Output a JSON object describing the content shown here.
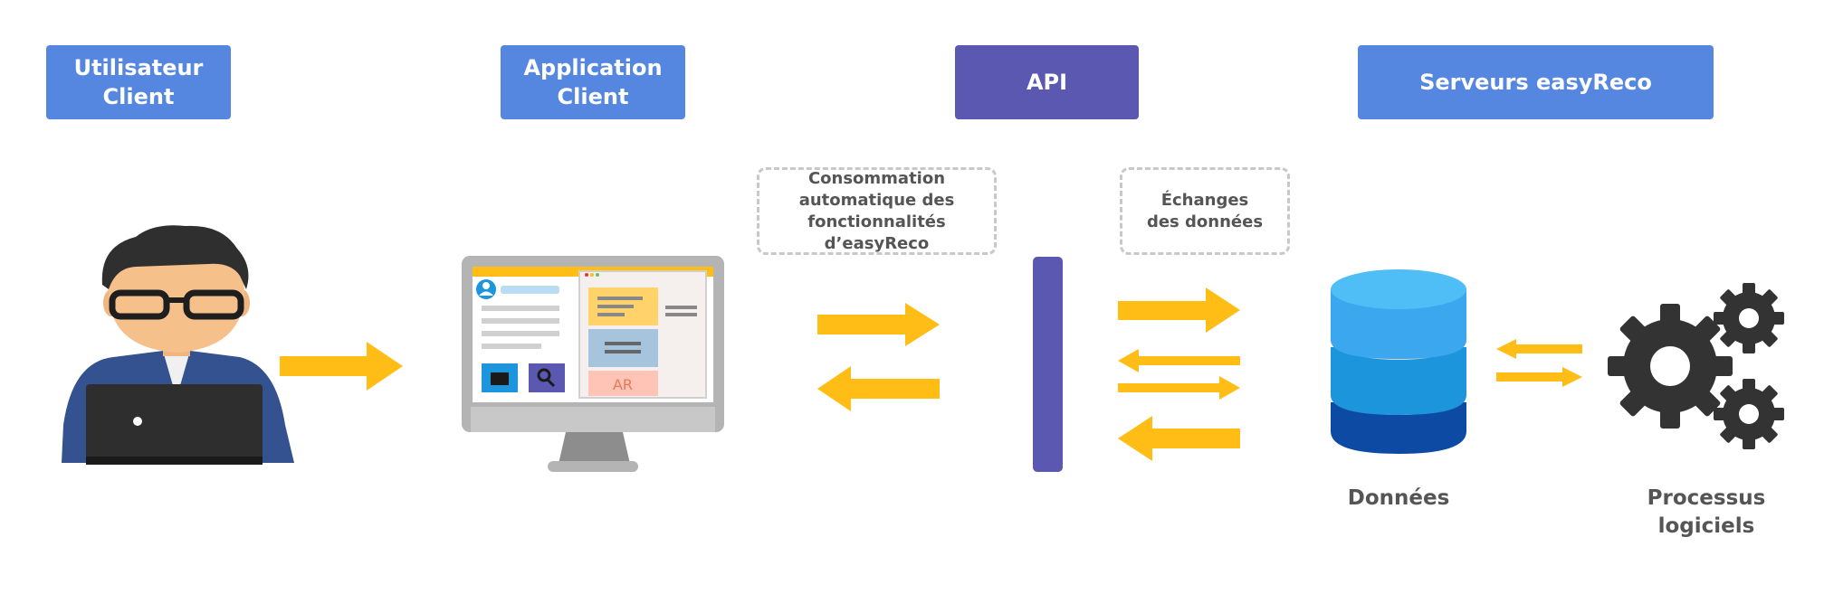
{
  "headers": {
    "user": [
      "Utilisateur",
      "Client"
    ],
    "app": [
      "Application",
      "Client"
    ],
    "api": "API",
    "servers": "Serveurs easyReco"
  },
  "notes": {
    "consumption": [
      "Consommation",
      "automatique des",
      "fonctionnalités d’easyReco"
    ],
    "exchanges": [
      "Échanges",
      "des données"
    ]
  },
  "labels": {
    "data": "Données",
    "processes": [
      "Processus",
      "logiciels"
    ]
  },
  "screen": {
    "badge": "AR"
  },
  "colors": {
    "header_blue": "#5687e0",
    "api_purple": "#5b58b2",
    "arrow": "#ffbd16",
    "db_top": "#4fbdf6",
    "db_mid": "#1c95dd",
    "db_bottom": "#0d4aa3",
    "gear": "#333333"
  }
}
